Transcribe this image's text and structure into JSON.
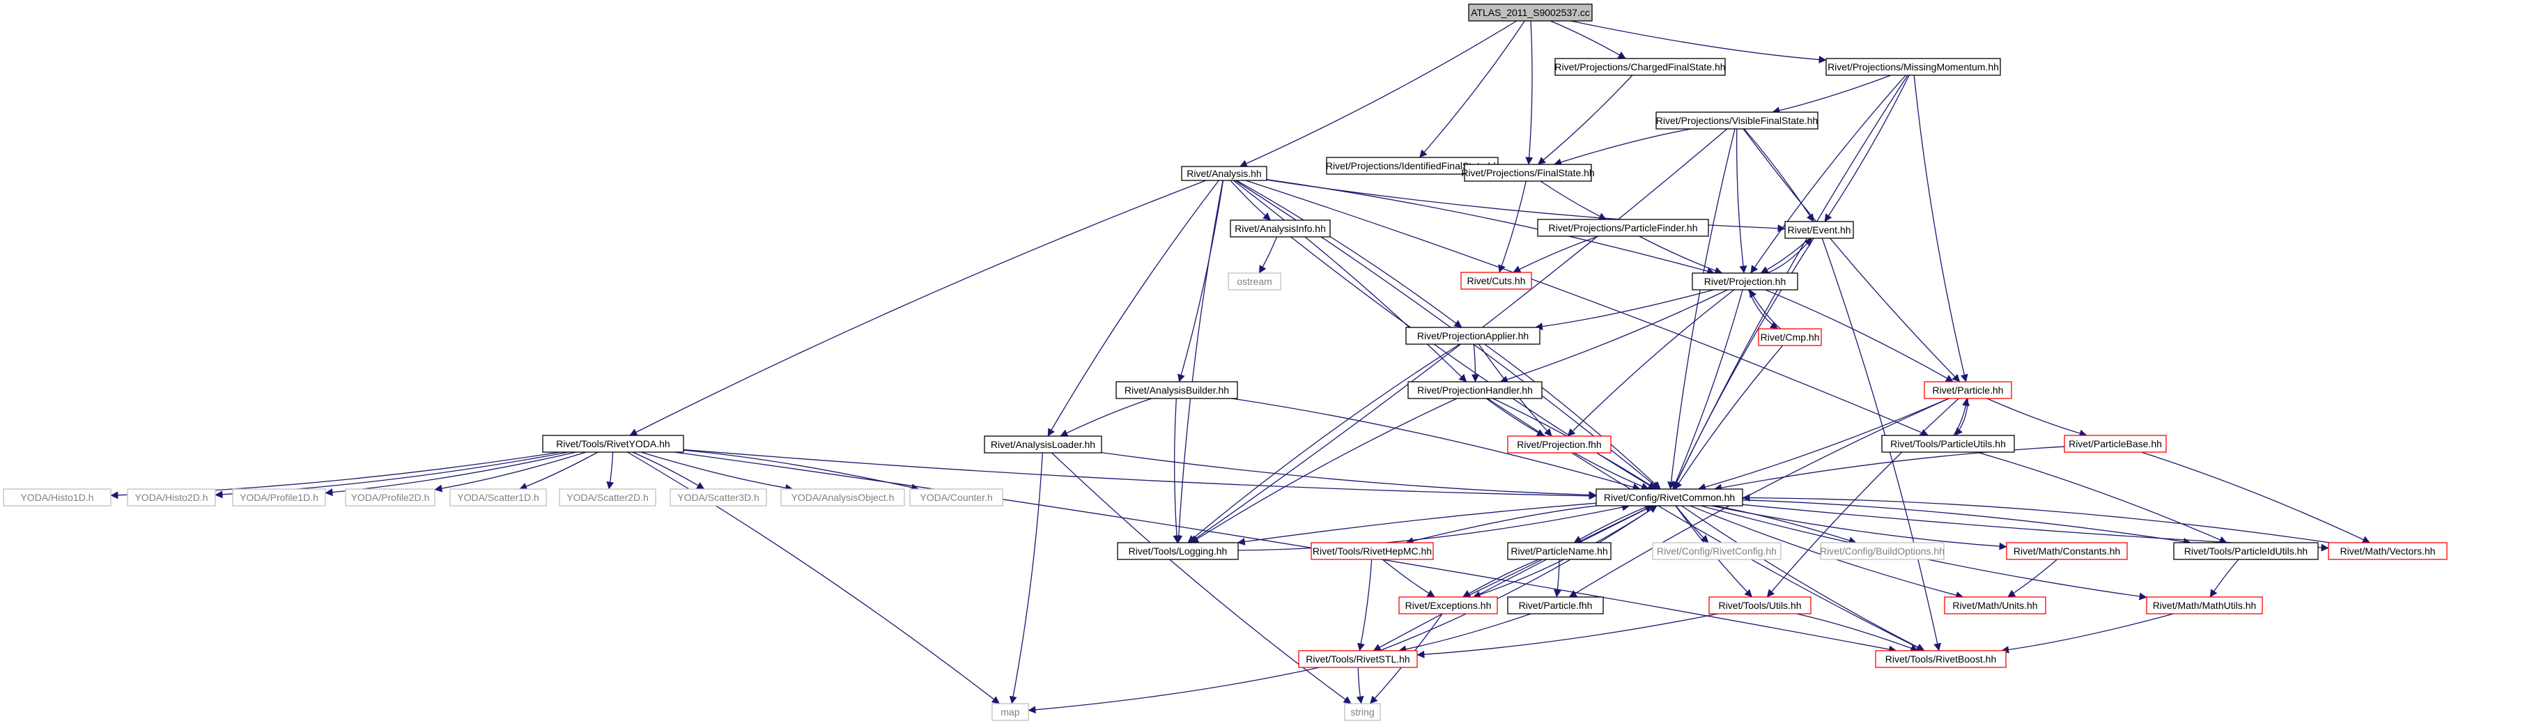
{
  "diagram": {
    "title": "ATLAS_2011_S9002537.cc",
    "colors": {
      "edge": "#191970",
      "border_normal": "#000000",
      "border_missing": "#c0c0c0",
      "border_truncated": "#ff0000",
      "text_normal": "#000000",
      "text_missing": "#808080",
      "root_fill": "#bfbfbf",
      "node_fill": "#ffffff"
    },
    "nodes": [
      {
        "id": "root",
        "label": "ATLAS_2011_S9002537.cc",
        "kind": "root"
      },
      {
        "id": "analysis",
        "label": "Rivet/Analysis.hh",
        "kind": "normal"
      },
      {
        "id": "idfs",
        "label": "Rivet/Projections/IdentifiedFinalState.hh",
        "kind": "normal"
      },
      {
        "id": "chfs",
        "label": "Rivet/Projections/ChargedFinalState.hh",
        "kind": "normal"
      },
      {
        "id": "missmom",
        "label": "Rivet/Projections/MissingMomentum.hh",
        "kind": "normal"
      },
      {
        "id": "vfs",
        "label": "Rivet/Projections/VisibleFinalState.hh",
        "kind": "normal"
      },
      {
        "id": "fs",
        "label": "Rivet/Projections/FinalState.hh",
        "kind": "normal"
      },
      {
        "id": "pfinder",
        "label": "Rivet/Projections/ParticleFinder.hh",
        "kind": "normal"
      },
      {
        "id": "event",
        "label": "Rivet/Event.hh",
        "kind": "normal"
      },
      {
        "id": "cuts",
        "label": "Rivet/Cuts.hh",
        "kind": "truncated"
      },
      {
        "id": "ainfo",
        "label": "Rivet/AnalysisInfo.hh",
        "kind": "normal"
      },
      {
        "id": "ostream",
        "label": "ostream",
        "kind": "missing"
      },
      {
        "id": "projection",
        "label": "Rivet/Projection.hh",
        "kind": "normal"
      },
      {
        "id": "cmp",
        "label": "Rivet/Cmp.hh",
        "kind": "truncated"
      },
      {
        "id": "papplier",
        "label": "Rivet/ProjectionApplier.hh",
        "kind": "normal"
      },
      {
        "id": "particle",
        "label": "Rivet/Particle.hh",
        "kind": "truncated"
      },
      {
        "id": "abuilder",
        "label": "Rivet/AnalysisBuilder.hh",
        "kind": "normal"
      },
      {
        "id": "phandler",
        "label": "Rivet/ProjectionHandler.hh",
        "kind": "normal"
      },
      {
        "id": "rivetyoda",
        "label": "Rivet/Tools/RivetYODA.hh",
        "kind": "normal"
      },
      {
        "id": "aloader",
        "label": "Rivet/AnalysisLoader.hh",
        "kind": "normal"
      },
      {
        "id": "projfhh",
        "label": "Rivet/Projection.fhh",
        "kind": "truncated"
      },
      {
        "id": "putils",
        "label": "Rivet/Tools/ParticleUtils.hh",
        "kind": "normal"
      },
      {
        "id": "pbase",
        "label": "Rivet/ParticleBase.hh",
        "kind": "truncated"
      },
      {
        "id": "h1d",
        "label": "YODA/Histo1D.h",
        "kind": "missing"
      },
      {
        "id": "h2d",
        "label": "YODA/Histo2D.h",
        "kind": "missing"
      },
      {
        "id": "p1d",
        "label": "YODA/Profile1D.h",
        "kind": "missing"
      },
      {
        "id": "p2d",
        "label": "YODA/Profile2D.h",
        "kind": "missing"
      },
      {
        "id": "s1d",
        "label": "YODA/Scatter1D.h",
        "kind": "missing"
      },
      {
        "id": "s2d",
        "label": "YODA/Scatter2D.h",
        "kind": "missing"
      },
      {
        "id": "s3d",
        "label": "YODA/Scatter3D.h",
        "kind": "missing"
      },
      {
        "id": "aobj",
        "label": "YODA/AnalysisObject.h",
        "kind": "missing"
      },
      {
        "id": "counter",
        "label": "YODA/Counter.h",
        "kind": "missing"
      },
      {
        "id": "common",
        "label": "Rivet/Config/RivetCommon.hh",
        "kind": "normal"
      },
      {
        "id": "logging",
        "label": "Rivet/Tools/Logging.hh",
        "kind": "normal"
      },
      {
        "id": "hepmc",
        "label": "Rivet/Tools/RivetHepMC.hh",
        "kind": "truncated"
      },
      {
        "id": "pname",
        "label": "Rivet/ParticleName.hh",
        "kind": "normal"
      },
      {
        "id": "rconfig",
        "label": "Rivet/Config/RivetConfig.hh",
        "kind": "missing"
      },
      {
        "id": "boptions",
        "label": "Rivet/Config/BuildOptions.hh",
        "kind": "missing"
      },
      {
        "id": "constants",
        "label": "Rivet/Math/Constants.hh",
        "kind": "truncated"
      },
      {
        "id": "pidutils",
        "label": "Rivet/Tools/ParticleIdUtils.hh",
        "kind": "normal"
      },
      {
        "id": "vectors",
        "label": "Rivet/Math/Vectors.hh",
        "kind": "truncated"
      },
      {
        "id": "exceptions",
        "label": "Rivet/Exceptions.hh",
        "kind": "truncated"
      },
      {
        "id": "particlefhh",
        "label": "Rivet/Particle.fhh",
        "kind": "normal"
      },
      {
        "id": "utils",
        "label": "Rivet/Tools/Utils.hh",
        "kind": "truncated"
      },
      {
        "id": "units",
        "label": "Rivet/Math/Units.hh",
        "kind": "truncated"
      },
      {
        "id": "mathutils",
        "label": "Rivet/Math/MathUtils.hh",
        "kind": "truncated"
      },
      {
        "id": "stl",
        "label": "Rivet/Tools/RivetSTL.hh",
        "kind": "truncated"
      },
      {
        "id": "boost",
        "label": "Rivet/Tools/RivetBoost.hh",
        "kind": "truncated"
      },
      {
        "id": "map",
        "label": "map",
        "kind": "missing"
      },
      {
        "id": "string",
        "label": "string",
        "kind": "missing"
      }
    ],
    "edges": [
      [
        "root",
        "analysis"
      ],
      [
        "root",
        "idfs"
      ],
      [
        "root",
        "chfs"
      ],
      [
        "root",
        "missmom"
      ],
      [
        "root",
        "fs"
      ],
      [
        "idfs",
        "fs"
      ],
      [
        "chfs",
        "fs"
      ],
      [
        "missmom",
        "vfs"
      ],
      [
        "missmom",
        "event"
      ],
      [
        "missmom",
        "projection"
      ],
      [
        "missmom",
        "particle"
      ],
      [
        "missmom",
        "common"
      ],
      [
        "vfs",
        "fs"
      ],
      [
        "vfs",
        "event"
      ],
      [
        "vfs",
        "projection"
      ],
      [
        "vfs",
        "particle"
      ],
      [
        "vfs",
        "common"
      ],
      [
        "vfs",
        "logging"
      ],
      [
        "fs",
        "pfinder"
      ],
      [
        "fs",
        "cuts"
      ],
      [
        "pfinder",
        "cuts"
      ],
      [
        "pfinder",
        "projection"
      ],
      [
        "analysis",
        "ainfo"
      ],
      [
        "analysis",
        "event"
      ],
      [
        "analysis",
        "projection"
      ],
      [
        "analysis",
        "papplier"
      ],
      [
        "analysis",
        "abuilder"
      ],
      [
        "analysis",
        "phandler"
      ],
      [
        "analysis",
        "rivetyoda"
      ],
      [
        "analysis",
        "aloader"
      ],
      [
        "analysis",
        "logging"
      ],
      [
        "analysis",
        "common"
      ],
      [
        "analysis",
        "putils"
      ],
      [
        "ainfo",
        "ostream"
      ],
      [
        "ainfo",
        "common"
      ],
      [
        "event",
        "projection"
      ],
      [
        "event",
        "common"
      ],
      [
        "event",
        "boost"
      ],
      [
        "projection",
        "event"
      ],
      [
        "projection",
        "cmp"
      ],
      [
        "projection",
        "papplier"
      ],
      [
        "projection",
        "phandler"
      ],
      [
        "projection",
        "particle"
      ],
      [
        "projection",
        "projfhh"
      ],
      [
        "projection",
        "common"
      ],
      [
        "cmp",
        "projection"
      ],
      [
        "cmp",
        "common"
      ],
      [
        "papplier",
        "phandler"
      ],
      [
        "papplier",
        "projfhh"
      ],
      [
        "papplier",
        "common"
      ],
      [
        "papplier",
        "logging"
      ],
      [
        "phandler",
        "projfhh"
      ],
      [
        "phandler",
        "common"
      ],
      [
        "phandler",
        "logging"
      ],
      [
        "phandler",
        "boost"
      ],
      [
        "particle",
        "putils"
      ],
      [
        "particle",
        "pbase"
      ],
      [
        "particle",
        "common"
      ],
      [
        "particle",
        "particlefhh"
      ],
      [
        "particle",
        "utils"
      ],
      [
        "putils",
        "particle"
      ],
      [
        "putils",
        "pidutils"
      ],
      [
        "pbase",
        "common"
      ],
      [
        "pbase",
        "vectors"
      ],
      [
        "abuilder",
        "aloader"
      ],
      [
        "abuilder",
        "logging"
      ],
      [
        "abuilder",
        "common"
      ],
      [
        "aloader",
        "common"
      ],
      [
        "aloader",
        "map"
      ],
      [
        "aloader",
        "string"
      ],
      [
        "projfhh",
        "common"
      ],
      [
        "rivetyoda",
        "h1d"
      ],
      [
        "rivetyoda",
        "h2d"
      ],
      [
        "rivetyoda",
        "p1d"
      ],
      [
        "rivetyoda",
        "p2d"
      ],
      [
        "rivetyoda",
        "s1d"
      ],
      [
        "rivetyoda",
        "s2d"
      ],
      [
        "rivetyoda",
        "s3d"
      ],
      [
        "rivetyoda",
        "aobj"
      ],
      [
        "rivetyoda",
        "counter"
      ],
      [
        "rivetyoda",
        "common"
      ],
      [
        "rivetyoda",
        "boost"
      ],
      [
        "rivetyoda",
        "map"
      ],
      [
        "common",
        "logging"
      ],
      [
        "common",
        "hepmc"
      ],
      [
        "common",
        "pname"
      ],
      [
        "common",
        "rconfig"
      ],
      [
        "common",
        "boptions"
      ],
      [
        "common",
        "constants"
      ],
      [
        "common",
        "pidutils"
      ],
      [
        "common",
        "vectors"
      ],
      [
        "common",
        "exceptions"
      ],
      [
        "common",
        "utils"
      ],
      [
        "common",
        "units"
      ],
      [
        "common",
        "mathutils"
      ],
      [
        "common",
        "stl"
      ],
      [
        "common",
        "boost"
      ],
      [
        "logging",
        "common"
      ],
      [
        "hepmc",
        "exceptions"
      ],
      [
        "hepmc",
        "stl"
      ],
      [
        "pname",
        "particlefhh"
      ],
      [
        "pname",
        "exceptions"
      ],
      [
        "exceptions",
        "common"
      ],
      [
        "exceptions",
        "string"
      ],
      [
        "particlefhh",
        "stl"
      ],
      [
        "utils",
        "stl"
      ],
      [
        "utils",
        "boost"
      ],
      [
        "constants",
        "units"
      ],
      [
        "pidutils",
        "mathutils"
      ],
      [
        "mathutils",
        "boost"
      ],
      [
        "stl",
        "common"
      ],
      [
        "stl",
        "map"
      ],
      [
        "stl",
        "string"
      ],
      [
        "vectors",
        "common"
      ]
    ]
  }
}
